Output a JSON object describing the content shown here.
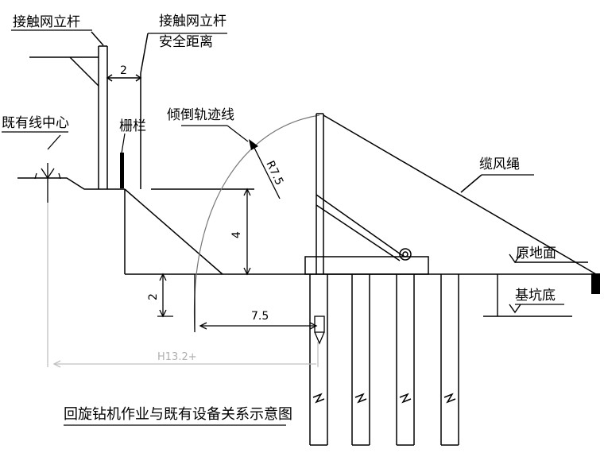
{
  "labels": {
    "catenary_pole": "接触网立杆",
    "catenary_pole_safe_line1": "接触网立杆",
    "catenary_pole_safe_line2": "安全距离",
    "existing_line_center": "既有线中心",
    "fence": "栅栏",
    "tilt_track_line": "倾倒轨迹线",
    "guy_rope": "缆风绳",
    "original_ground": "原地面",
    "pit_bottom": "基坑底",
    "caption": "回旋钻机作业与既有设备关系示意图"
  },
  "dimensions": {
    "pole_safety_distance": "2",
    "radius": "R7.5",
    "height": "4",
    "depth": "2",
    "horizontal": "7.5",
    "total": "H13.2+"
  }
}
